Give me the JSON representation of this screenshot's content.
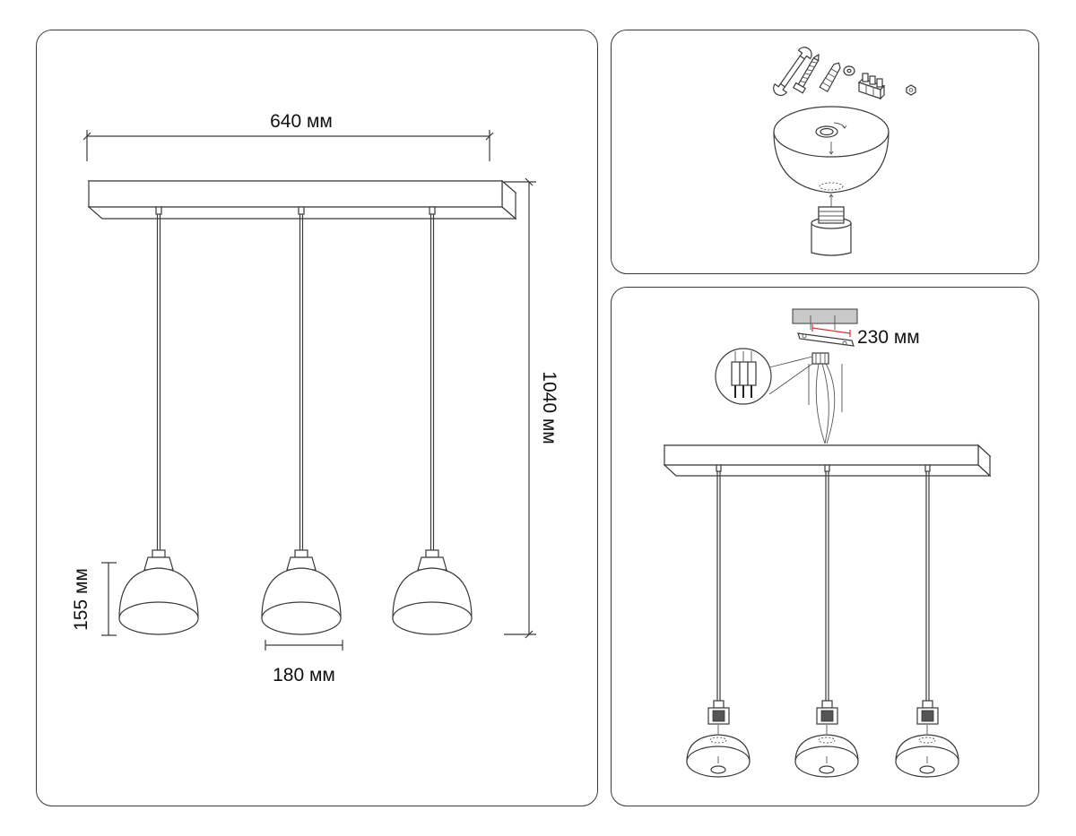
{
  "dimensions": {
    "bar_width": "640 мм",
    "total_height": "1040 мм",
    "shade_height": "155 мм",
    "shade_diameter": "180 мм"
  },
  "installation": {
    "cable_length": "230 мм"
  },
  "colors": {
    "line": "#3a3a3a",
    "accent_red": "#d9303a",
    "text": "#111111"
  },
  "icons": [
    "wrench-icon",
    "screw-icon",
    "wall-plug-icon",
    "washer-icon",
    "terminal-block-icon",
    "nut-icon"
  ]
}
